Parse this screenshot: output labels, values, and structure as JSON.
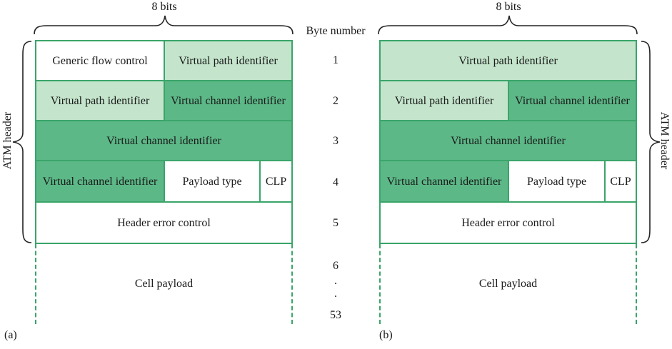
{
  "bits_label": "8 bits",
  "byte_number_label": "Byte number",
  "atm_header_label": "ATM header",
  "byte_numbers": [
    "1",
    "2",
    "3",
    "4",
    "5",
    "6",
    ".",
    ".",
    "53"
  ],
  "diagram_a": {
    "caption": "(a)",
    "cells": {
      "gfc": "Generic flow control",
      "vpi_1": "Virtual path identifier",
      "vpi_2": "Virtual path identifier",
      "vci_2": "Virtual channel identifier",
      "vci_3": "Virtual channel identifier",
      "vci_4": "Virtual channel identifier",
      "payload_type": "Payload type",
      "clp": "CLP",
      "hec": "Header error control",
      "cell_payload": "Cell payload"
    }
  },
  "diagram_b": {
    "caption": "(b)",
    "cells": {
      "vpi_1": "Virtual path identifier",
      "vpi_2": "Virtual path identifier",
      "vci_2": "Virtual channel identifier",
      "vci_3": "Virtual channel identifier",
      "vci_4": "Virtual channel identifier",
      "payload_type": "Payload type",
      "clp": "CLP",
      "hec": "Header error control",
      "cell_payload": "Cell payload"
    }
  },
  "colors": {
    "border": "#3aa56a",
    "light_fill": "#c4e5cc",
    "dark_fill": "#5cb887",
    "white_fill": "#ffffff"
  }
}
